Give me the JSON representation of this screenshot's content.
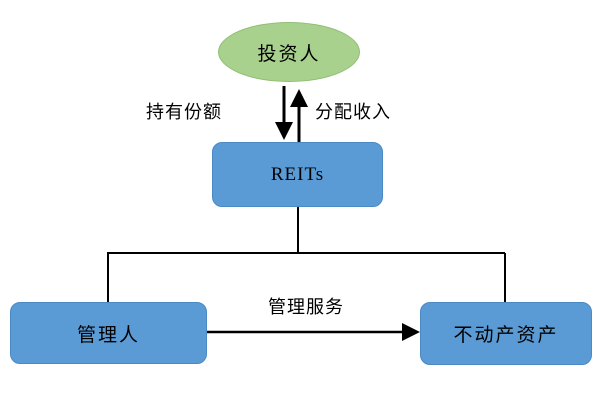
{
  "diagram": {
    "type": "flow-diagram",
    "nodes": {
      "investor": {
        "label": "投资人",
        "shape": "ellipse",
        "fill": "#a9d18e"
      },
      "reits": {
        "label": "REITs",
        "shape": "rounded-rect",
        "fill": "#5b9bd5"
      },
      "manager": {
        "label": "管理人",
        "shape": "rounded-rect",
        "fill": "#5b9bd5"
      },
      "real_estate_assets": {
        "label": "不动产资产",
        "shape": "rounded-rect",
        "fill": "#5b9bd5"
      }
    },
    "edges": [
      {
        "from": "investor",
        "to": "reits",
        "label": "持有份额",
        "style": "arrow-down"
      },
      {
        "from": "reits",
        "to": "investor",
        "label": "分配收入",
        "style": "arrow-up"
      },
      {
        "from": "reits",
        "to": "manager",
        "label": "",
        "style": "tree-connector"
      },
      {
        "from": "reits",
        "to": "real_estate_assets",
        "label": "",
        "style": "tree-connector"
      },
      {
        "from": "manager",
        "to": "real_estate_assets",
        "label": "管理服务",
        "style": "arrow-right"
      }
    ],
    "colors": {
      "green_fill": "#a9d18e",
      "green_border": "#8fbf72",
      "blue_fill": "#5b9bd5",
      "blue_border": "#4a89c4",
      "line": "#000000",
      "background": "#ffffff"
    }
  }
}
